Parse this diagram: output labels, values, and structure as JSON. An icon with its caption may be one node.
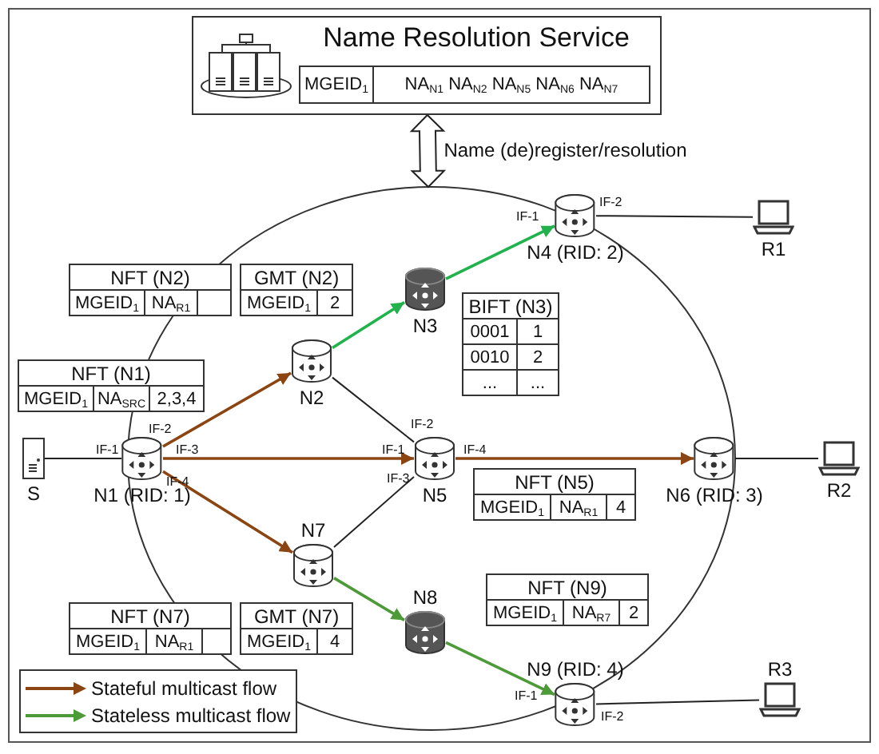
{
  "diagram": {
    "nodes": [
      {
        "text": [
          "Name Resolution Service",
          "MGEID$_{1}$",
          "NA$_{N1}$ NA$_{N2}$ NA$_{N5}$ NA$_{N6}$ NA$_{N7}$"
        ]
      },
      {
        "text": [
          "S"
        ]
      },
      {
        "text": [
          "N1 (RID: 1)"
        ]
      },
      {
        "text": [
          "N2"
        ]
      },
      {
        "text": [
          "N3"
        ]
      },
      {
        "text": [
          "N4 (RID: 2)"
        ]
      },
      {
        "text": [
          "N5"
        ]
      },
      {
        "text": [
          "N6 (RID: 3)"
        ]
      },
      {
        "text": [
          "N7"
        ]
      },
      {
        "text": [
          "N8"
        ]
      },
      {
        "text": [
          "N9 (RID: 4)"
        ]
      },
      {
        "text": [
          "R1"
        ]
      },
      {
        "text": [
          "R2"
        ]
      },
      {
        "text": [
          "R3"
        ]
      },
      {
        "text": [
          "NFT (N2)",
          "MGEID$_{1}$",
          "NA$_{R1}$"
        ]
      },
      {
        "text": [
          "GMT (N2)",
          "MGEID$_{1}$",
          "2"
        ]
      },
      {
        "text": [
          "NFT (N1)",
          "MGEID$_{1}$",
          "NA$_{SRC}$",
          "2,3,4"
        ]
      },
      {
        "text": [
          "BIFT (N3)",
          "0001",
          "1",
          "0010",
          "2",
          "...",
          "..."
        ]
      },
      {
        "text": [
          "NFT (N5)",
          "MGEID$_{1}$",
          "NA$_{R1}$",
          "4"
        ]
      },
      {
        "text": [
          "NFT (N9)",
          "MGEID$_{1}$",
          "NA$_{R7}$",
          "2"
        ]
      },
      {
        "text": [
          "NFT (N7)",
          "MGEID$_{1}$",
          "NA$_{R1}$"
        ]
      },
      {
        "text": [
          "GMT (N7)",
          "MGEID$_{1}$",
          "4"
        ]
      }
    ],
    "edges": [
      {
        "from": 0,
        "to": null,
        "arrow": "both",
        "style": "thick",
        "label": "Name (de)register/resolution"
      },
      {
        "from": 1,
        "to": 2,
        "arrow": "none"
      },
      {
        "from": 2,
        "to": 3,
        "arrow": "to",
        "color": "#8b4513"
      },
      {
        "from": 2,
        "to": 6,
        "arrow": "to",
        "color": "#8b4513"
      },
      {
        "from": 2,
        "to": 8,
        "arrow": "to",
        "color": "#8b4513"
      },
      {
        "from": 6,
        "to": 7,
        "arrow": "to",
        "color": "#8b4513"
      },
      {
        "from": 3,
        "to": 4,
        "arrow": "to",
        "color": "#22b14c"
      },
      {
        "from": 4,
        "to": 5,
        "arrow": "to",
        "color": "#22b14c"
      },
      {
        "from": 8,
        "to": 9,
        "arrow": "to",
        "color": "#4e9a3a"
      },
      {
        "from": 9,
        "to": 10,
        "arrow": "to",
        "color": "#4e9a3a"
      },
      {
        "from": 3,
        "to": 6,
        "arrow": "none"
      },
      {
        "from": 6,
        "to": 8,
        "arrow": "none"
      },
      {
        "from": 5,
        "to": 11,
        "arrow": "none"
      },
      {
        "from": 7,
        "to": 12,
        "arrow": "none"
      },
      {
        "from": 10,
        "to": 13,
        "arrow": "none"
      }
    ],
    "labels": [
      "IF-2",
      "IF-1",
      "IF-2",
      "IF-1",
      "IF-3",
      "IF-2",
      "IF-1",
      "IF-4",
      "IF-4",
      "IF-3",
      "IF-1",
      "IF-2"
    ],
    "legend": [
      {
        "text": "Stateful multicast flow"
      },
      {
        "text": "Stateless multicast flow"
      }
    ]
  }
}
